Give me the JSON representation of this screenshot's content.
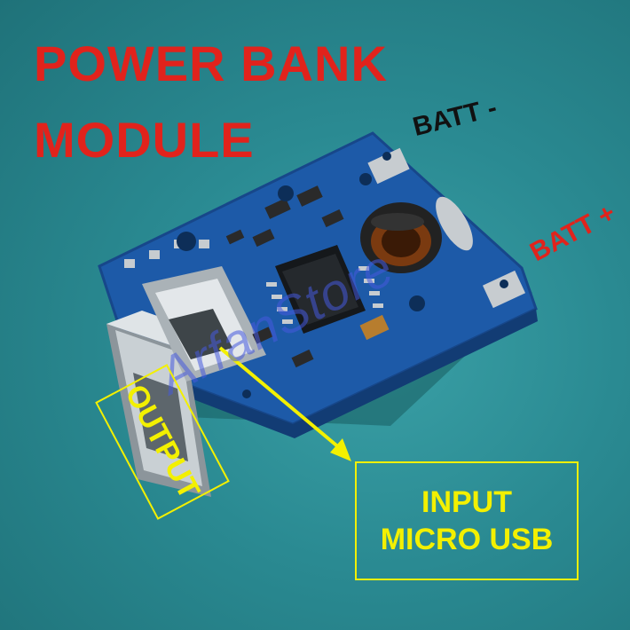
{
  "title": {
    "line1": "POWER BANK",
    "line2": "MODULE"
  },
  "labels": {
    "batt_negative": "BATT -",
    "batt_positive": "BATT +",
    "output": "OUTPUT",
    "input_line1": "INPUT",
    "input_line2": "MICRO USB"
  },
  "watermark": "ArfanStore",
  "colors": {
    "background": "#2a8a92",
    "pcb": "#1d5aa8",
    "title": "#e1231c",
    "annotation": "#f3f000",
    "batt_positive": "#e1231c"
  }
}
